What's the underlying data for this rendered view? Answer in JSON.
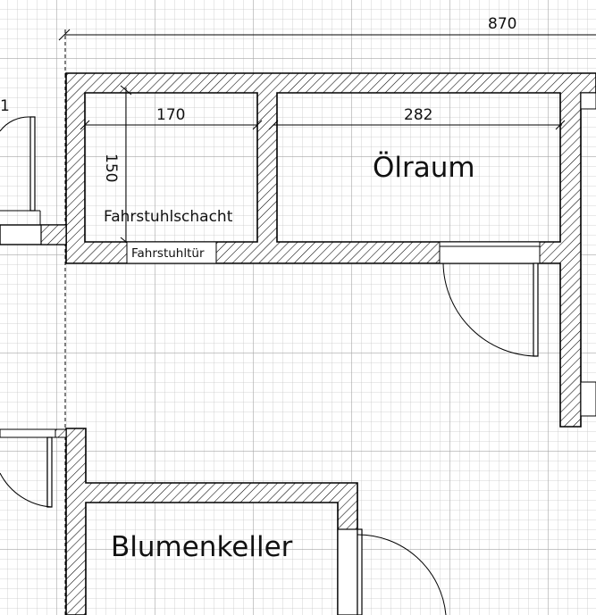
{
  "plan": {
    "dimensions": {
      "total_width": "870",
      "shaft_width": "170",
      "shaft_depth": "150",
      "oil_room_width": "282",
      "left_edge_partial": "1"
    },
    "rooms": {
      "elevator_shaft": "Fahrstuhlschacht",
      "elevator_door": "Fahrstuhltür",
      "oil_room": "Ölraum",
      "flower_cellar": "Blumenkeller"
    },
    "colors": {
      "grid_minor": "#c8c8c8",
      "grid_major": "#a6a6a6",
      "wall_outline": "#000000",
      "hatch": "#000000",
      "background": "#ffffff"
    }
  }
}
